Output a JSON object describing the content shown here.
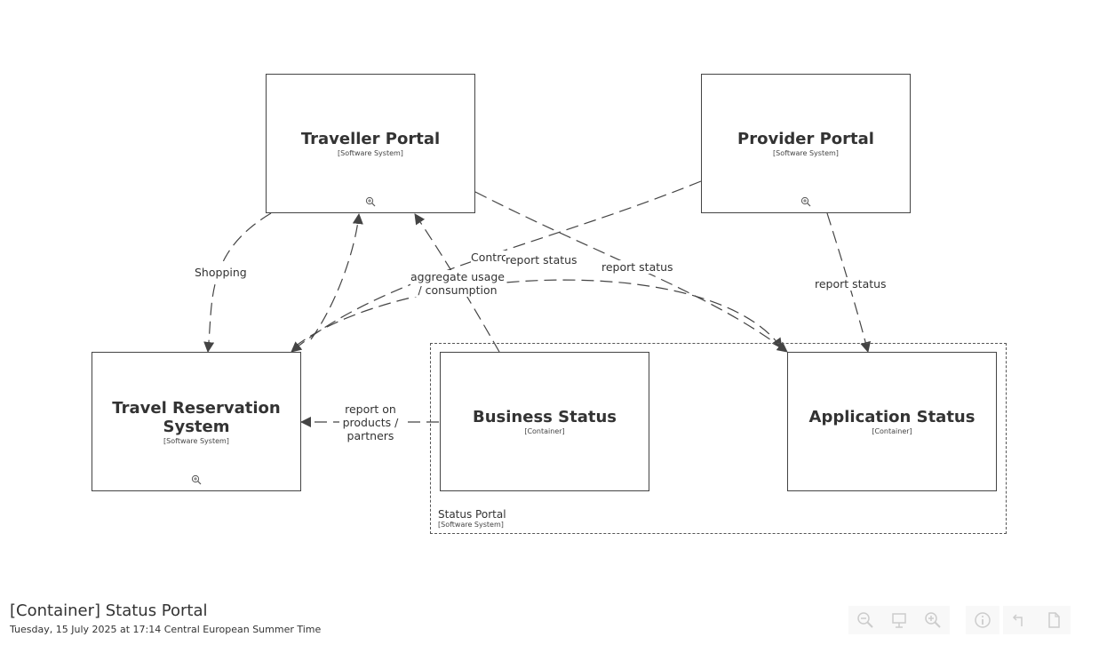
{
  "diagram": {
    "elements": {
      "traveller_portal": {
        "title": "Traveller Portal",
        "type": "[Software System]"
      },
      "provider_portal": {
        "title": "Provider Portal",
        "type": "[Software System]"
      },
      "travel_reservation": {
        "title": "Travel Reservation System",
        "type": "[Software System]"
      },
      "business_status": {
        "title": "Business Status",
        "type": "[Container]"
      },
      "application_status": {
        "title": "Application Status",
        "type": "[Container]"
      }
    },
    "boundary": {
      "title": "Status Portal",
      "type": "[Software System]"
    },
    "relationships": {
      "shopping": "Shopping",
      "contro": "Contro",
      "aggregate": "aggregate usage / consumption",
      "report_status_1": "report status",
      "report_status_2": "report status",
      "report_status_3": "report status",
      "report_on": "report on products / partners"
    }
  },
  "footer": {
    "title": "[Container] Status Portal",
    "date": "Tuesday, 15 July 2025 at 17:14 Central European Summer Time"
  },
  "toolbar": {
    "buttons": [
      "zoom-out-icon",
      "present-icon",
      "zoom-in-icon",
      "info-icon",
      "undo-icon",
      "export-png-icon"
    ]
  },
  "colors": {
    "line": "#444444",
    "text": "#333333",
    "background": "#ffffff"
  }
}
